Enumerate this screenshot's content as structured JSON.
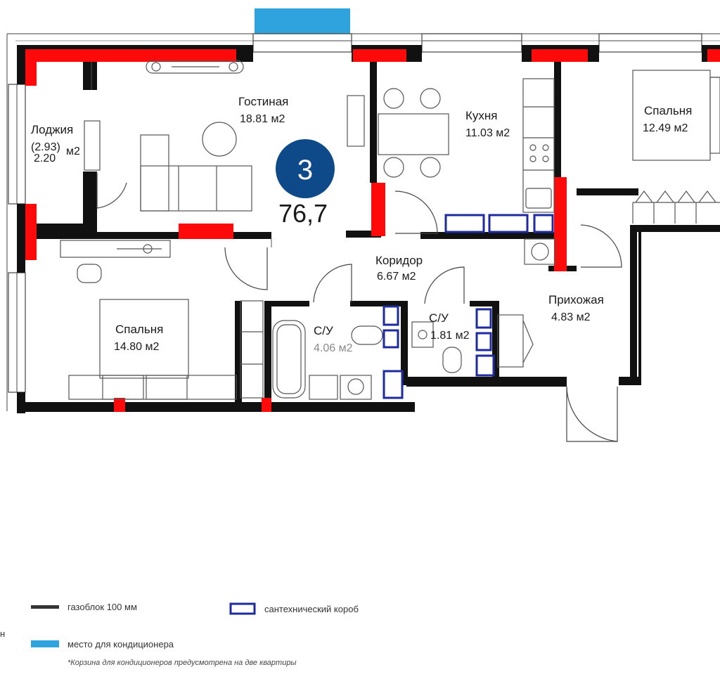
{
  "apartment": {
    "rooms_badge": "3",
    "total_area": "76,7",
    "badge_color": "#0e4a8a"
  },
  "rooms": {
    "living": {
      "name": "Гостиная",
      "area": "18.81 м2"
    },
    "kitchen": {
      "name": "Кухня",
      "area": "11.03 м2"
    },
    "bedroom_right": {
      "name": "Спальня",
      "area": "12.49 м2"
    },
    "loggia": {
      "name": "Лоджия",
      "area_alt": "(2.93)",
      "unit": "м2",
      "area": "2.20"
    },
    "bedroom_left": {
      "name": "Спальня",
      "area": "14.80 м2"
    },
    "corridor": {
      "name": "Коридор",
      "area": "6.67 м2"
    },
    "bathroom_1": {
      "name": "С/У",
      "area": "4.06 м2"
    },
    "bathroom_2": {
      "name": "С/У",
      "area": "1.81 м2"
    },
    "hall": {
      "name": "Прихожая",
      "area": "4.83 м2"
    }
  },
  "legend": {
    "gasblock": "газоблок 100 мм",
    "duct": "сантехнический короб",
    "ac_place": "место для кондиционера",
    "note": "*Корзина для кондиционеров предусмотрена на две квартиры",
    "edge_letter": "н"
  },
  "colors": {
    "wall": "#111111",
    "column": "#ff0a0a",
    "duct_outline": "#1e2aa0",
    "ac_unit": "#2ea3dd"
  }
}
